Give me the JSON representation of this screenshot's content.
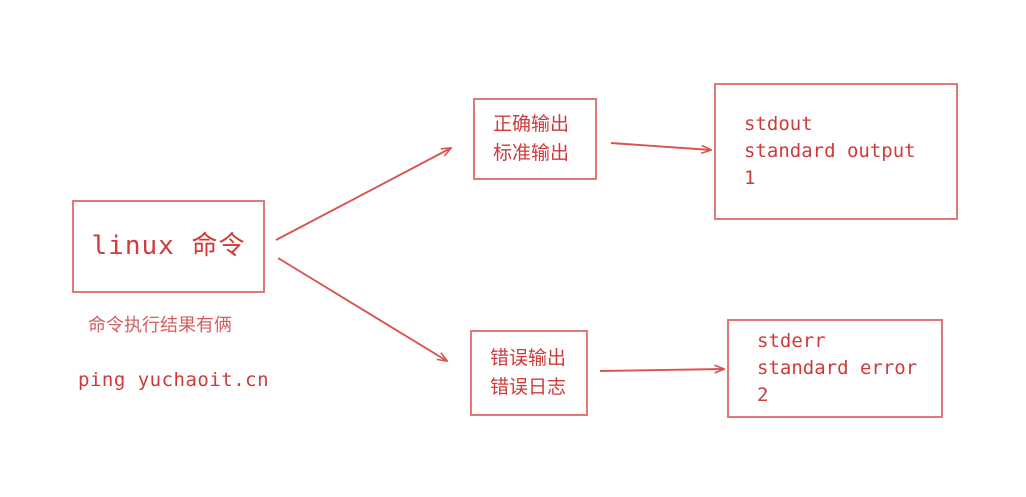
{
  "diagram": {
    "title_color": "#cf3b3b",
    "border_color": "#e07878",
    "arrow_color": "#d9534f",
    "background": "#ffffff",
    "nodes": {
      "command": {
        "text": "linux 命令"
      },
      "stdout_label": {
        "line1": "正确输出",
        "line2": "标准输出"
      },
      "stdout_detail": {
        "line1": "stdout",
        "line2": "standard output",
        "line3": "1"
      },
      "stderr_label": {
        "line1": "错误输出",
        "line2": "错误日志"
      },
      "stderr_detail": {
        "line1": "stderr",
        "line2": "standard error",
        "line3": "2"
      }
    },
    "captions": {
      "note": "命令执行结果有俩",
      "example": "ping yuchaoit.cn"
    },
    "arrows": [
      {
        "name": "command-to-stdout",
        "from": "command",
        "to": "stdout_label"
      },
      {
        "name": "command-to-stderr",
        "from": "command",
        "to": "stderr_label"
      },
      {
        "name": "stdout-label-to-detail",
        "from": "stdout_label",
        "to": "stdout_detail"
      },
      {
        "name": "stderr-label-to-detail",
        "from": "stderr_label",
        "to": "stderr_detail"
      }
    ]
  }
}
